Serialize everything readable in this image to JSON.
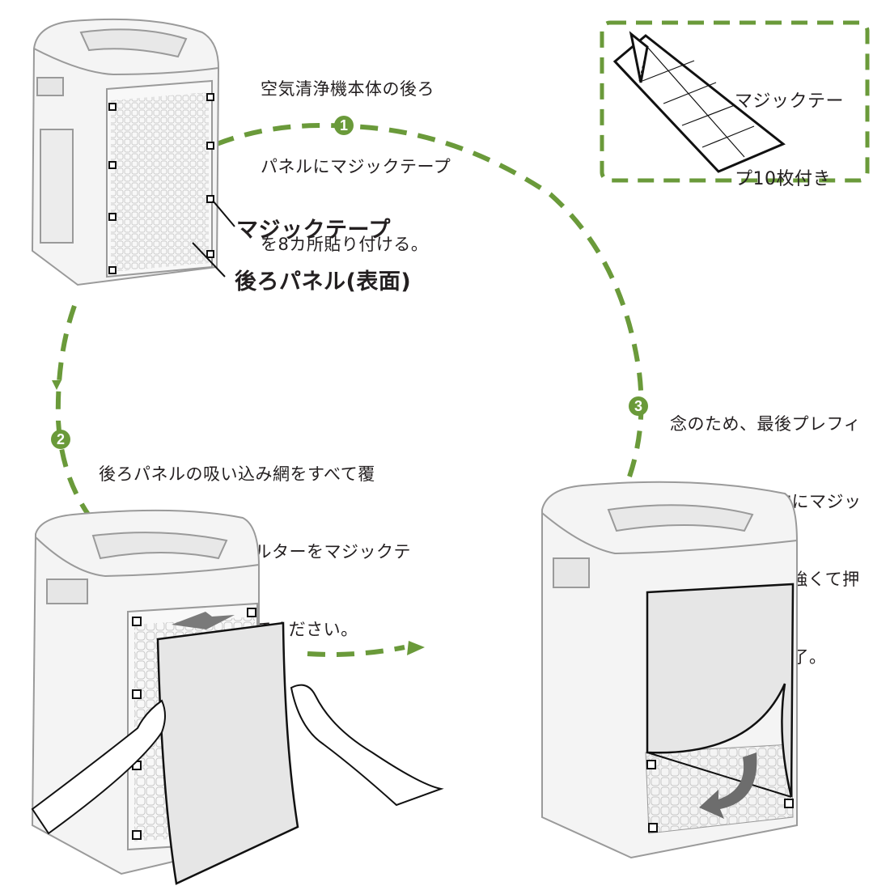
{
  "colors": {
    "accent_green": "#6a9a3a",
    "text": "#231f20",
    "unit_body": "#f3f3f3",
    "filter_sheet": "#e6e6e6",
    "arrow_gray": "#6d6d6d"
  },
  "steps": [
    {
      "number": "1",
      "text_lines": [
        "空気清浄機本体の後ろ",
        "パネルにマジックテープ",
        "を8カ所貼り付ける。"
      ]
    },
    {
      "number": "2",
      "text_lines": [
        "後ろパネルの吸い込み網をすべて覆",
        "うように、プレフィルターをマジックテ",
        "ープに直接貼り付けてください。"
      ]
    },
    {
      "number": "3",
      "text_lines": [
        "念のため、最後プレフィ",
        "ルターを均一的にマジッ",
        "クテープにやや強くて押",
        "すと取り付け完了。"
      ]
    }
  ],
  "callouts": {
    "velcro_label": "マジックテープ",
    "back_panel_label": "後ろパネル(表面)"
  },
  "included_box": {
    "text_lines": [
      "マジックテー",
      "プ10枚付き"
    ],
    "icon": "velcro-sheet-icon"
  },
  "flow": {
    "icons": [
      "dashed-cycle-arrow",
      "arrow-right-icon",
      "arrow-down-icon"
    ]
  }
}
